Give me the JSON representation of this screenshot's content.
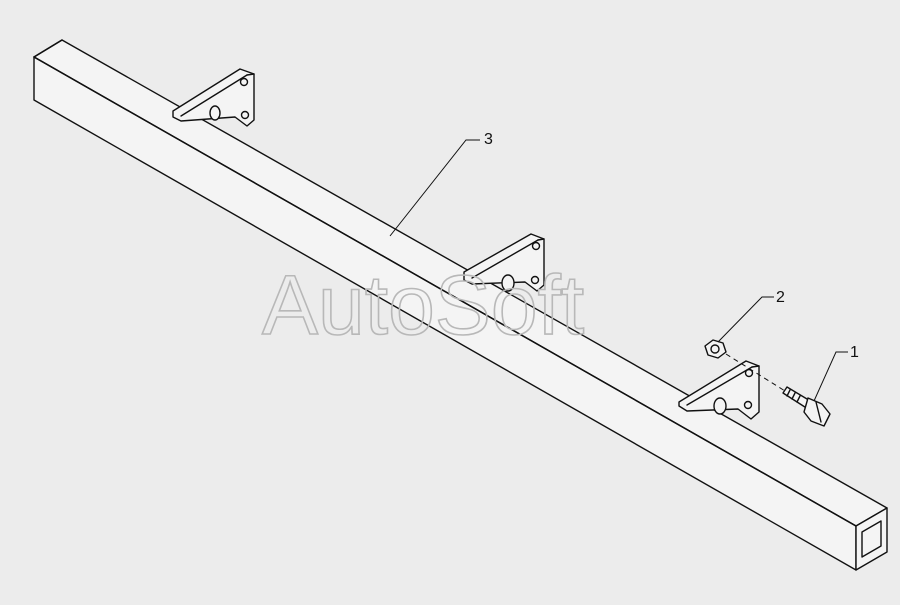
{
  "diagram": {
    "watermark": "AutoSoft",
    "callouts": [
      {
        "id": "bolt",
        "label": "1"
      },
      {
        "id": "nut",
        "label": "2"
      },
      {
        "id": "tube",
        "label": "3"
      }
    ]
  }
}
